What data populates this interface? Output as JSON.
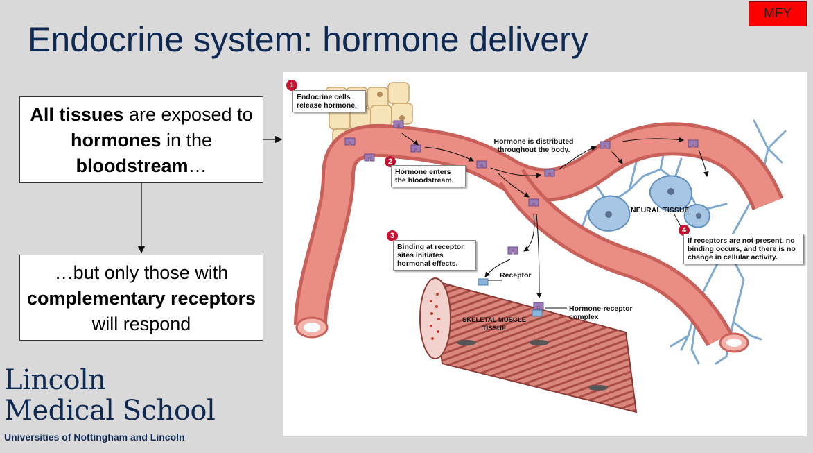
{
  "slide": {
    "title": "Endocrine system: hormone delivery",
    "badge": "MFY"
  },
  "box1": {
    "part1": "All tissues",
    "part2": " are exposed to ",
    "part3": "hormones",
    "part4": " in the ",
    "part5": "bloodstream",
    "part6": "…"
  },
  "box2": {
    "part1": "…but only those with ",
    "part2": "complementary receptors",
    "part3": " will respond"
  },
  "logo": {
    "line1": "Lincoln",
    "line2": "Medical School",
    "line3": "Universities of Nottingham and Lincoln"
  },
  "figure": {
    "step1": {
      "number": "1",
      "text": "Endocrine cells release hormone."
    },
    "step2": {
      "number": "2",
      "text": "Hormone enters the bloodstream."
    },
    "step3": {
      "number": "3",
      "text": "Binding at receptor sites initiates hormonal effects."
    },
    "step4": {
      "number": "4",
      "text": "If receptors are not present, no binding occurs, and there is no change in cellular activity."
    },
    "distributed": "Hormone is distributed throughout the body.",
    "neural": "NEURAL TISSUE",
    "skeletal": "SKELETAL MUSCLE TISSUE",
    "receptor": "Receptor",
    "complex": "Hormone-receptor complex"
  },
  "colors": {
    "title": "#0f2a52",
    "vessel": "#e8837a",
    "hormone": "#9b7bb5",
    "neuron": "#7fa9cf",
    "badge": "#ff0000"
  }
}
